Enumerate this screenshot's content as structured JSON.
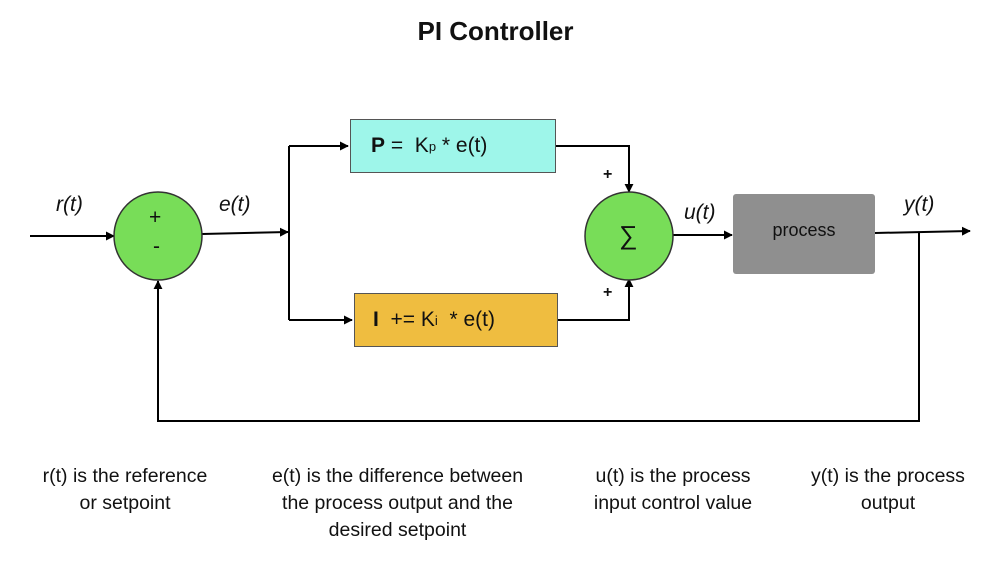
{
  "title": "PI Controller",
  "signals": {
    "r": "r(t)",
    "e": "e(t)",
    "u": "u(t)",
    "y": "y(t)"
  },
  "summing_junction": {
    "plus": "+",
    "minus": "-"
  },
  "sigma_node": {
    "symbol": "∑",
    "plus_top": "+",
    "plus_bottom": "+"
  },
  "p_block": {
    "letter": "P",
    "equation": "=  K",
    "sub": "p",
    "rest": " * e(t)",
    "color": "#9ef6ea"
  },
  "i_block": {
    "letter": "I",
    "equation": "+= K",
    "sub": "i",
    "rest": "  * e(t)",
    "color": "#efbd40"
  },
  "process_block": {
    "label": "process",
    "color": "#8f8f8f"
  },
  "node_color": "#78dd58",
  "notes": [
    {
      "line1": "r(t) is the reference",
      "line2": "or setpoint",
      "line3": ""
    },
    {
      "line1": "e(t) is the difference between",
      "line2": "the process output and the",
      "line3": "desired setpoint"
    },
    {
      "line1": "u(t) is the process",
      "line2": "input control value",
      "line3": ""
    },
    {
      "line1": "y(t) is the process",
      "line2": "output",
      "line3": ""
    }
  ]
}
